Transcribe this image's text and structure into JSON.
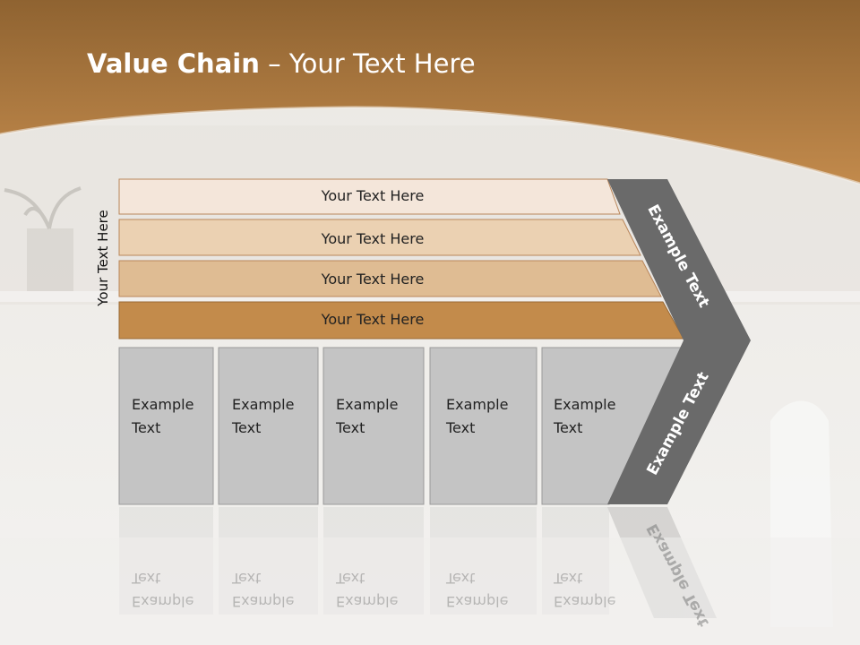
{
  "slide": {
    "title_bold": "Value Chain",
    "title_rest": " – Your Text Here",
    "vertical_label": "Your Text Here"
  },
  "bars": [
    {
      "label": "Your Text Here",
      "color": "#f4e6da"
    },
    {
      "label": "Your Text Here",
      "color": "#ebd1b2"
    },
    {
      "label": "Your Text Here",
      "color": "#dfbc93"
    },
    {
      "label": "Your Text Here",
      "color": "#c38b4b"
    }
  ],
  "columns": [
    {
      "line1": "Example",
      "line2": "Text"
    },
    {
      "line1": "Example",
      "line2": "Text"
    },
    {
      "line1": "Example",
      "line2": "Text"
    },
    {
      "line1": "Example",
      "line2": "Text"
    },
    {
      "line1": "Example",
      "line2": "Text"
    }
  ],
  "arrow": {
    "top_label": "Example Text",
    "bottom_label": "Example Text"
  },
  "colors": {
    "header_brown": "#b57b3d",
    "column_gray": "#c4c4c4",
    "arrow_gray": "#6a6a6a"
  }
}
